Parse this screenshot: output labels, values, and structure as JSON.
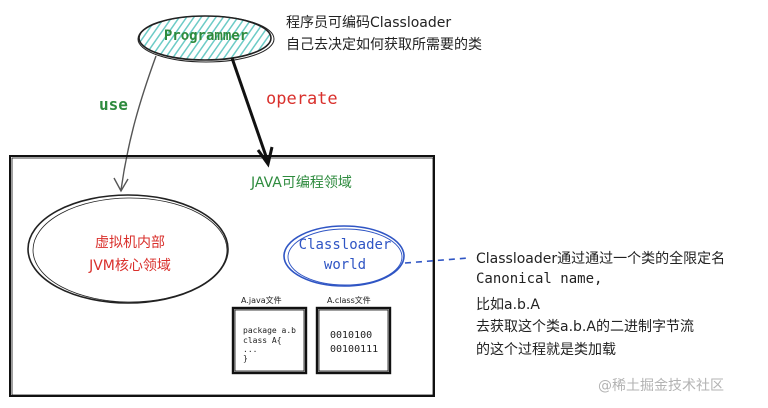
{
  "programmer": {
    "label": "Programmer"
  },
  "programmer_note": {
    "line1": "程序员可编码Classloader",
    "line2": "自己去决定如何获取所需要的类"
  },
  "arrows": {
    "use": "use",
    "operate": "operate"
  },
  "box": {
    "title": "JAVA可编程领域"
  },
  "jvm": {
    "line1": "虚拟机内部",
    "line2": "JVM核心领域"
  },
  "classloader_world": {
    "line1": "Classloader",
    "line2": "world"
  },
  "java_file": {
    "caption": "A.java文件",
    "code": [
      "package a.b",
      "class A{",
      "...",
      "}"
    ]
  },
  "class_file": {
    "caption": "A.class文件",
    "bits": [
      "0010100",
      "00100111"
    ]
  },
  "explanation": {
    "line1": "Classloader通过通过一个类的全限定名",
    "line2": "Canonical name,",
    "line3": "比如a.b.A",
    "line4": "去获取这个类a.b.A的二进制字节流",
    "line5": "的这个过程就是类加载"
  },
  "watermark": "@稀土掘金技术社区",
  "colors": {
    "ink": "#222222",
    "green": "#2e8b3e",
    "red": "#d9302c",
    "blue": "#2f55c4",
    "teal_fill": "#7fd0cf",
    "watermark": "#b3b3b3"
  }
}
